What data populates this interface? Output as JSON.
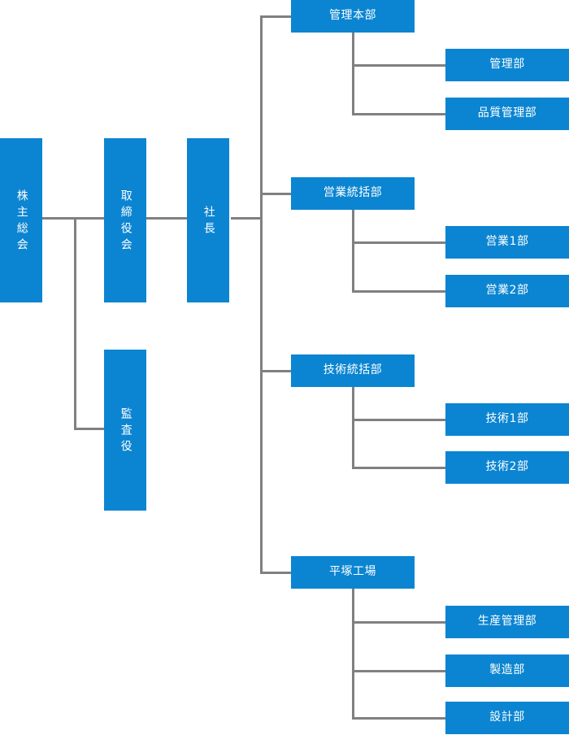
{
  "chart_data": {
    "type": "diagram",
    "diagram_kind": "organization-chart",
    "title": "",
    "colors": {
      "node_fill": "#0b85d1",
      "node_text": "#ffffff",
      "connector": "#808080",
      "background": "#ffffff"
    },
    "orientation": "left-to-right",
    "nodes": [
      {
        "id": "shareholders",
        "label": "株主総会",
        "level": 0,
        "orientation": "vertical"
      },
      {
        "id": "board",
        "label": "取締役会",
        "level": 1,
        "orientation": "vertical"
      },
      {
        "id": "auditor",
        "label": "監査役",
        "level": 1,
        "orientation": "vertical"
      },
      {
        "id": "president",
        "label": "社長",
        "level": 2,
        "orientation": "vertical"
      },
      {
        "id": "admin-hq",
        "label": "管理本部",
        "level": 3,
        "orientation": "horizontal"
      },
      {
        "id": "admin-dept",
        "label": "管理部",
        "level": 4,
        "orientation": "horizontal"
      },
      {
        "id": "quality-dept",
        "label": "品質管理部",
        "level": 4,
        "orientation": "horizontal"
      },
      {
        "id": "sales-hq",
        "label": "営業統括部",
        "level": 3,
        "orientation": "horizontal"
      },
      {
        "id": "sales-1",
        "label": "営業1部",
        "level": 4,
        "orientation": "horizontal"
      },
      {
        "id": "sales-2",
        "label": "営業2部",
        "level": 4,
        "orientation": "horizontal"
      },
      {
        "id": "eng-hq",
        "label": "技術統括部",
        "level": 3,
        "orientation": "horizontal"
      },
      {
        "id": "eng-1",
        "label": "技術1部",
        "level": 4,
        "orientation": "horizontal"
      },
      {
        "id": "eng-2",
        "label": "技術2部",
        "level": 4,
        "orientation": "horizontal"
      },
      {
        "id": "hiratsuka-plant",
        "label": "平塚工場",
        "level": 3,
        "orientation": "horizontal"
      },
      {
        "id": "production-mgmt",
        "label": "生産管理部",
        "level": 4,
        "orientation": "horizontal"
      },
      {
        "id": "manufacturing",
        "label": "製造部",
        "level": 4,
        "orientation": "horizontal"
      },
      {
        "id": "design",
        "label": "設計部",
        "level": 4,
        "orientation": "horizontal"
      }
    ],
    "edges": [
      {
        "from": "shareholders",
        "to": "board"
      },
      {
        "from": "shareholders",
        "to": "auditor"
      },
      {
        "from": "board",
        "to": "president"
      },
      {
        "from": "president",
        "to": "admin-hq"
      },
      {
        "from": "president",
        "to": "sales-hq"
      },
      {
        "from": "president",
        "to": "eng-hq"
      },
      {
        "from": "president",
        "to": "hiratsuka-plant"
      },
      {
        "from": "admin-hq",
        "to": "admin-dept"
      },
      {
        "from": "admin-hq",
        "to": "quality-dept"
      },
      {
        "from": "sales-hq",
        "to": "sales-1"
      },
      {
        "from": "sales-hq",
        "to": "sales-2"
      },
      {
        "from": "eng-hq",
        "to": "eng-1"
      },
      {
        "from": "eng-hq",
        "to": "eng-2"
      },
      {
        "from": "hiratsuka-plant",
        "to": "production-mgmt"
      },
      {
        "from": "hiratsuka-plant",
        "to": "manufacturing"
      },
      {
        "from": "hiratsuka-plant",
        "to": "design"
      }
    ]
  },
  "nodes": {
    "shareholders": "株主総会",
    "board": "取締役会",
    "auditor": "監査役",
    "president": "社長",
    "admin_hq": "管理本部",
    "admin_dept": "管理部",
    "quality_dept": "品質管理部",
    "sales_hq": "営業統括部",
    "sales_1": "営業1部",
    "sales_2": "営業2部",
    "eng_hq": "技術統括部",
    "eng_1": "技術1部",
    "eng_2": "技術2部",
    "hiratsuka_plant": "平塚工場",
    "production_mgmt": "生産管理部",
    "manufacturing": "製造部",
    "design": "設計部"
  }
}
